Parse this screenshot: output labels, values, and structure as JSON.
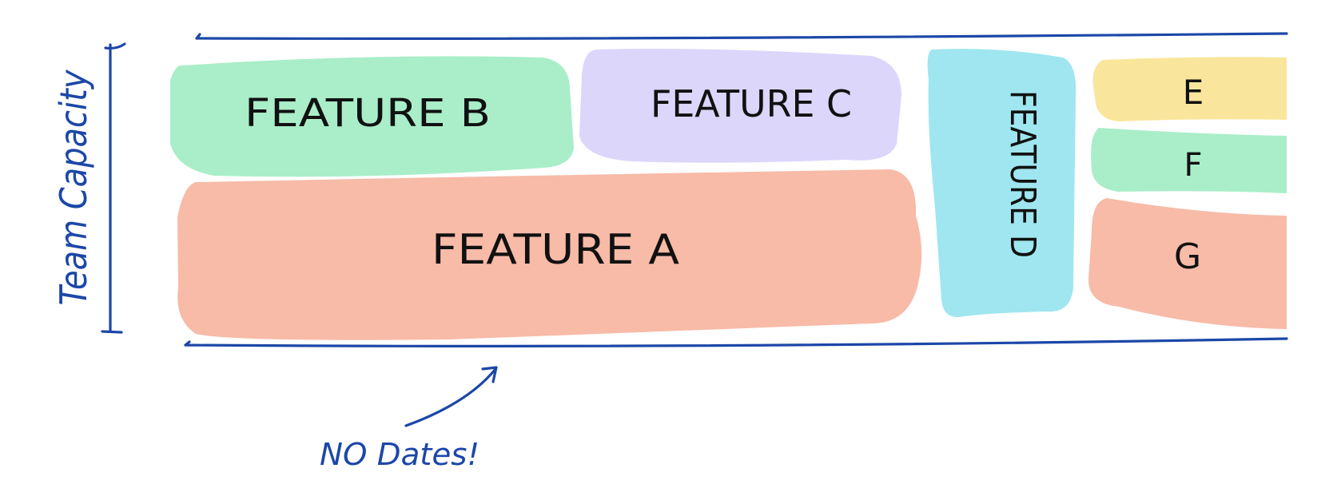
{
  "diagram": {
    "axis_label": "Team Capacity",
    "annotation": "NO Dates!",
    "colors": {
      "ink": "#1c47a8",
      "green": "#a9eec8",
      "purple": "#dcd6fb",
      "salmon": "#f7bba8",
      "cyan": "#9fe6f0",
      "yellow": "#f9e69c"
    },
    "features": {
      "a": {
        "label": "FEATURE A",
        "color": "salmon"
      },
      "b": {
        "label": "FEATURE B",
        "color": "green"
      },
      "c": {
        "label": "FEATURE C",
        "color": "purple"
      },
      "d": {
        "label": "FEATURE D",
        "color": "cyan"
      },
      "e": {
        "label": "E",
        "color": "yellow"
      },
      "f": {
        "label": "F",
        "color": "green"
      },
      "g": {
        "label": "G",
        "color": "salmon"
      }
    }
  }
}
